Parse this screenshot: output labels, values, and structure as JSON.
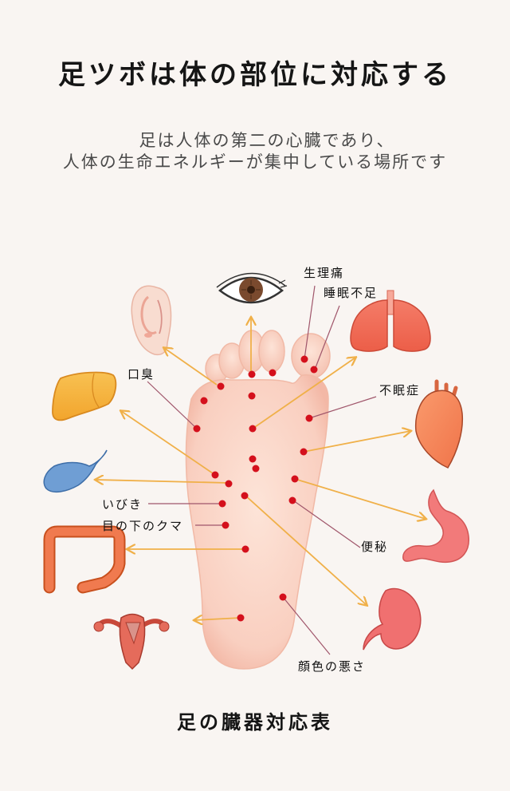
{
  "header": {
    "title": "足ツボは体の部位に対応する",
    "subtitle_line1": "足は人体の第二の心臓であり、",
    "subtitle_line2": "人体の生命エネルギーが集中している場所です"
  },
  "labels": {
    "menstrual_pain": "生理痛",
    "sleep_deprivation": "睡眠不足",
    "bad_breath": "口臭",
    "insomnia": "不眠症",
    "snoring": "いびき",
    "dark_circles": "目の下のクマ",
    "constipation": "便秘",
    "poor_complexion": "顔色の悪さ"
  },
  "organs": [
    {
      "name": "eye",
      "color": "#7a4a2e"
    },
    {
      "name": "ear",
      "color": "#f6d8cc"
    },
    {
      "name": "lungs",
      "color": "#ef6a55"
    },
    {
      "name": "liver",
      "color": "#f5b13a"
    },
    {
      "name": "heart",
      "color": "#f5875a"
    },
    {
      "name": "gallbladder",
      "color": "#6b9bd1"
    },
    {
      "name": "stomach",
      "color": "#f27a7a"
    },
    {
      "name": "intestine",
      "color": "#f07a4f"
    },
    {
      "name": "kidney",
      "color": "#f07070"
    },
    {
      "name": "uterus",
      "color": "#e56b5b"
    }
  ],
  "colors": {
    "background": "#f9f5f2",
    "foot": "#f9d2c4",
    "dot": "#d4101c",
    "arrow": "#f0b049",
    "pointer_line": "#a0566b"
  },
  "footer": {
    "title": "足の臓器対応表"
  }
}
